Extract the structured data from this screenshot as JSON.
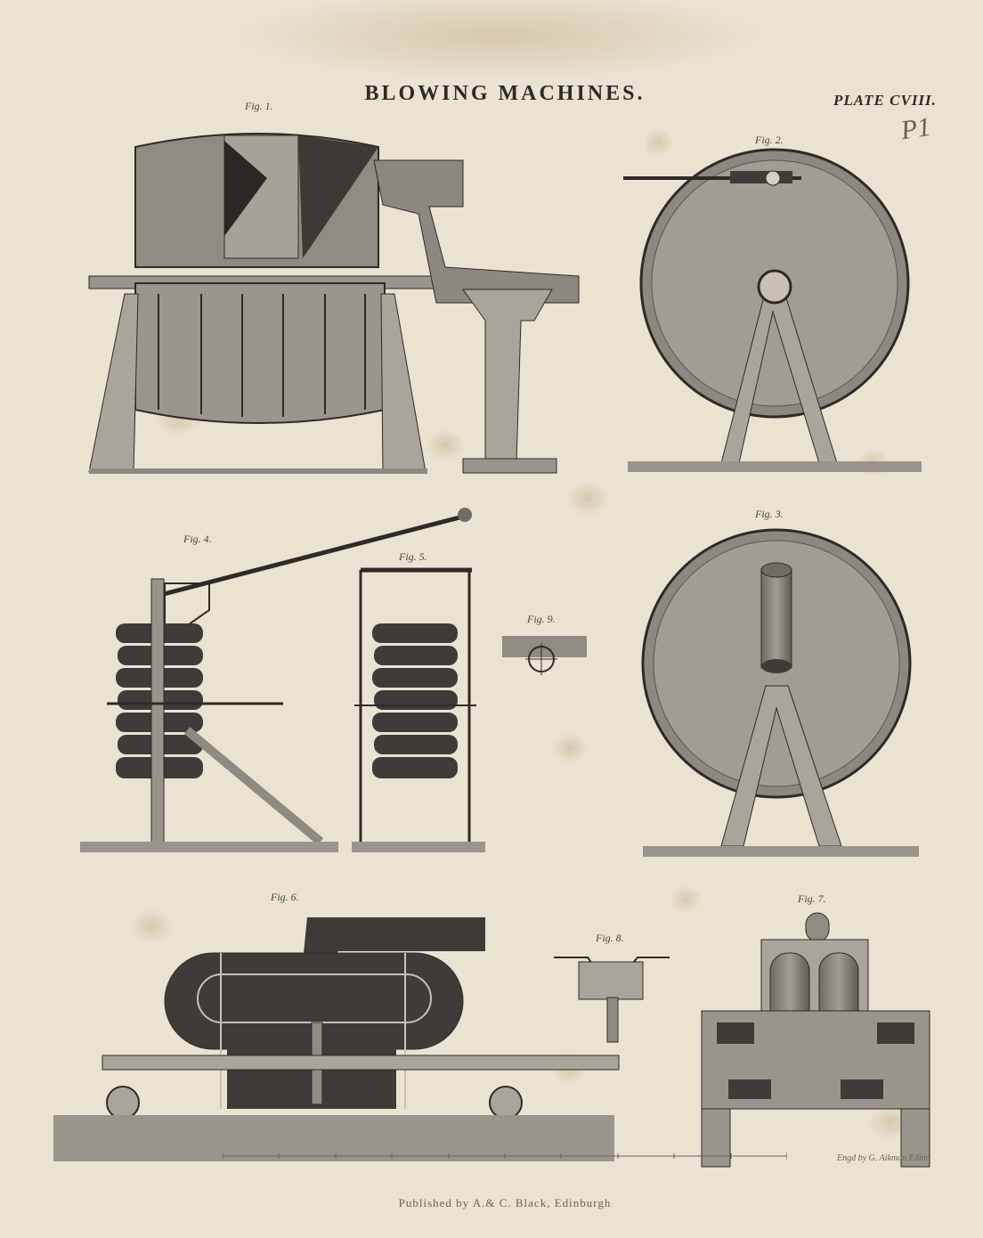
{
  "header": {
    "title": "BLOWING MACHINES.",
    "plate": "PLATE CVIII."
  },
  "annotation": "P1",
  "figures": [
    {
      "id": "fig1",
      "label": "Fig. 1."
    },
    {
      "id": "fig2",
      "label": "Fig. 2."
    },
    {
      "id": "fig3",
      "label": "Fig. 3."
    },
    {
      "id": "fig4",
      "label": "Fig. 4."
    },
    {
      "id": "fig5",
      "label": "Fig. 5."
    },
    {
      "id": "fig6",
      "label": "Fig. 6."
    },
    {
      "id": "fig7",
      "label": "Fig. 7."
    },
    {
      "id": "fig8",
      "label": "Fig. 8."
    },
    {
      "id": "fig9",
      "label": "Fig. 9."
    }
  ],
  "footer": {
    "publisher": "Published by A.& C. Black, Edinburgh",
    "engraver": "Engd by G. Aikman Edinr"
  },
  "colors": {
    "paper": "#e9e3d2",
    "ink": "#2f2a26",
    "tone": "#8c8880",
    "dark": "#3e3b38"
  }
}
